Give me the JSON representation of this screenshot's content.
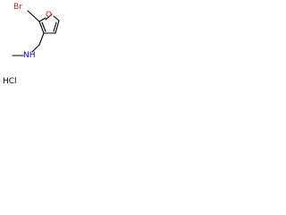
{
  "atoms": {
    "bromine": "Br",
    "oxygen": "O",
    "amine": "N",
    "amine_hydrogen": "H"
  },
  "salt": {
    "label": "HCl"
  },
  "colors": {
    "bond": "#000000",
    "bromine": "#a52a2a",
    "oxygen": "#ff0000",
    "nitrogen": "#0000ff",
    "background": "#ffffff"
  }
}
